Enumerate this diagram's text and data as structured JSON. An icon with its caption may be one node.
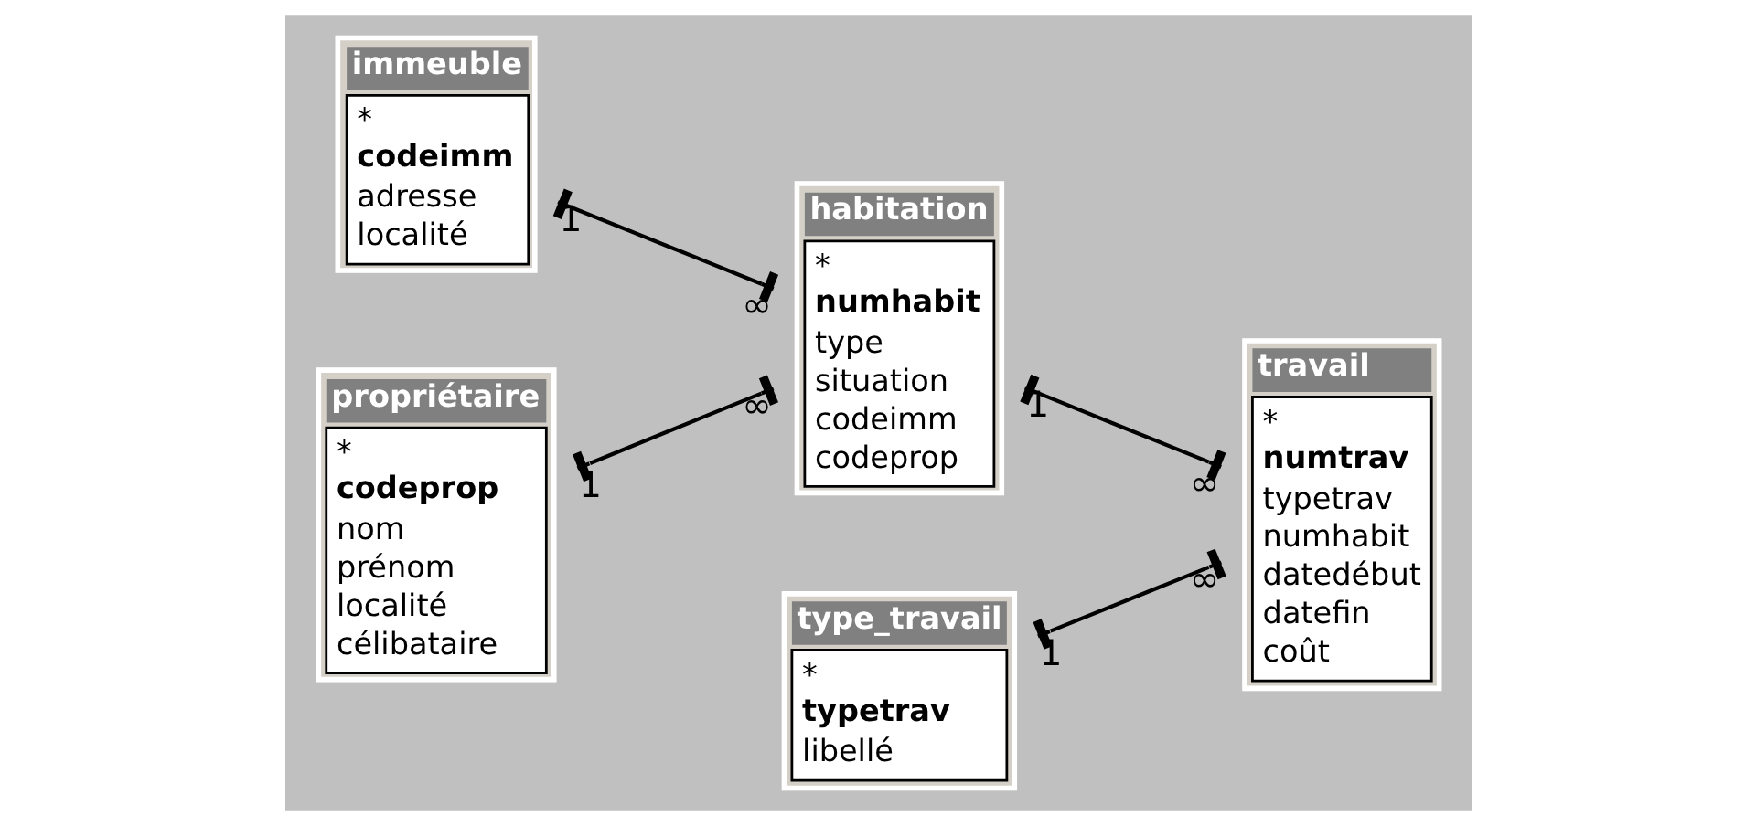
{
  "diagram": {
    "nodes": [
      {
        "text": [
          "immeuble",
          "*",
          "codeimm",
          "adresse",
          "localité"
        ]
      },
      {
        "text": [
          "propriétaire",
          "*",
          "codeprop",
          "nom",
          "prénom",
          "localité",
          "célibataire"
        ]
      },
      {
        "text": [
          "habitation",
          "*",
          "numhabit",
          "type",
          "situation",
          "codeimm",
          "codeprop"
        ]
      },
      {
        "text": [
          "travail",
          "*",
          "numtrav",
          "typetrav",
          "numhabit",
          "datedébut",
          "datefin",
          "coût"
        ]
      },
      {
        "text": [
          "type_travail",
          "*",
          "typetrav",
          "libellé"
        ]
      }
    ],
    "edges": [
      {
        "from": 0,
        "to": 2,
        "arrow": "other"
      },
      {
        "from": 1,
        "to": 2,
        "arrow": "other"
      },
      {
        "from": 2,
        "to": 3,
        "arrow": "other"
      },
      {
        "from": 4,
        "to": 3,
        "arrow": "other"
      }
    ],
    "labels": [
      "1",
      "∞",
      "1",
      "∞",
      "1",
      "∞",
      "1",
      "∞"
    ]
  }
}
